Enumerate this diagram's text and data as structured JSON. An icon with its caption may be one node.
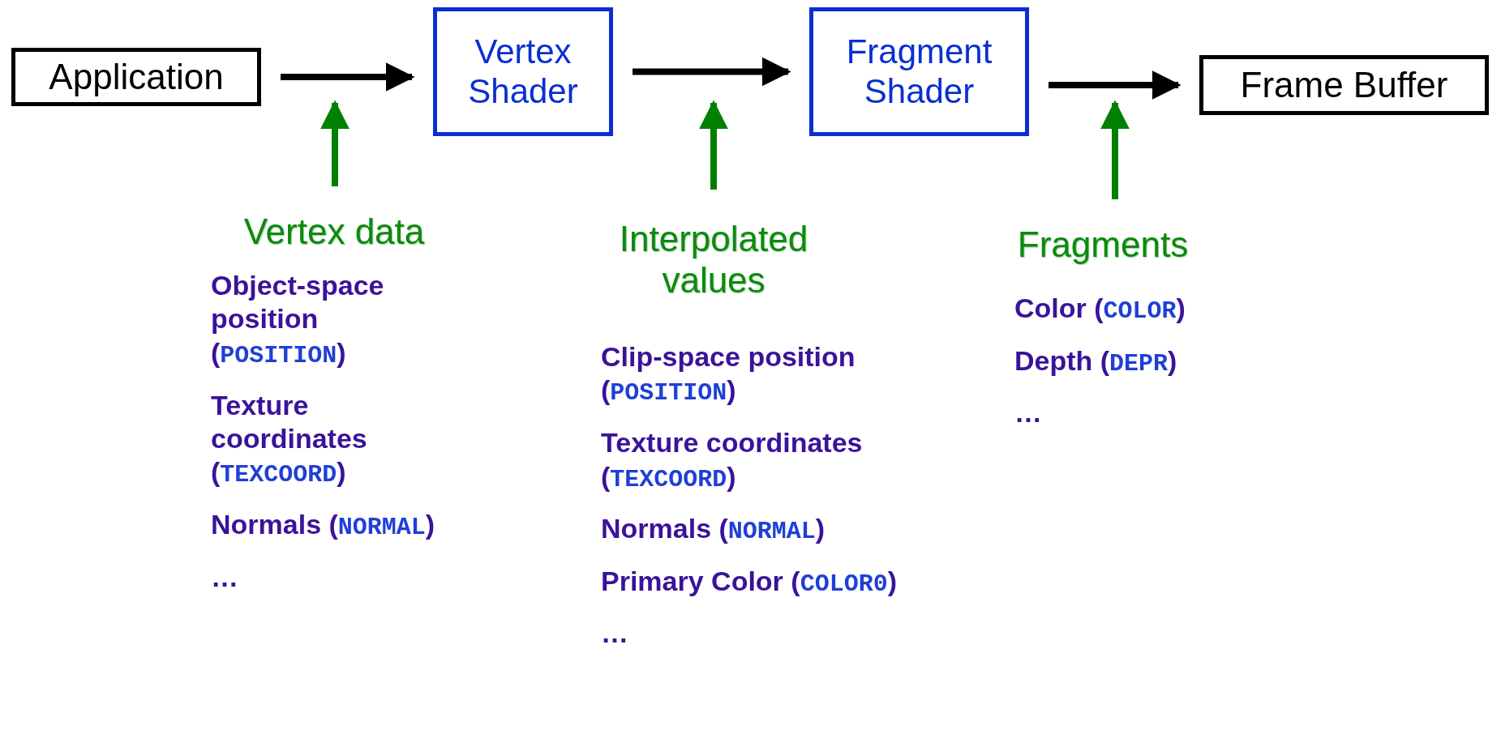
{
  "diagram": {
    "nodes": [
      {
        "text": [
          "Application"
        ]
      },
      {
        "text": [
          "Vertex Shader"
        ]
      },
      {
        "text": [
          "Fragment Shader"
        ]
      },
      {
        "text": [
          "Frame Buffer"
        ]
      },
      {
        "text": [
          "Vertex data"
        ],
        "beside": [
          "Object-space position (*POSITION*)",
          "Texture coordinates (*TEXCOORD*)",
          "Normals (*NORMAL*)",
          "…"
        ]
      },
      {
        "text": [
          "Interpolated values"
        ],
        "beside": [
          "Clip-space position (*POSITION*)",
          "Texture coordinates (*TEXCOORD*)",
          "Normals (*NORMAL*)",
          "Primary Color (*COLOR0*)",
          "…"
        ]
      },
      {
        "text": [
          "Fragments"
        ],
        "beside": [
          "Color (*COLOR*)",
          "Depth (*DEPR*)",
          "…"
        ]
      }
    ],
    "edges": [
      {
        "from": 0,
        "to": 1,
        "arrow": "to"
      },
      {
        "from": 1,
        "to": 2,
        "arrow": "to"
      },
      {
        "from": 2,
        "to": 3,
        "arrow": "to"
      },
      {
        "from": 4,
        "to": null,
        "arrow": "to",
        "color": "#008000"
      },
      {
        "from": 5,
        "to": null,
        "arrow": "to",
        "color": "#008000"
      },
      {
        "from": 6,
        "to": null,
        "arrow": "to",
        "color": "#008000"
      }
    ]
  }
}
